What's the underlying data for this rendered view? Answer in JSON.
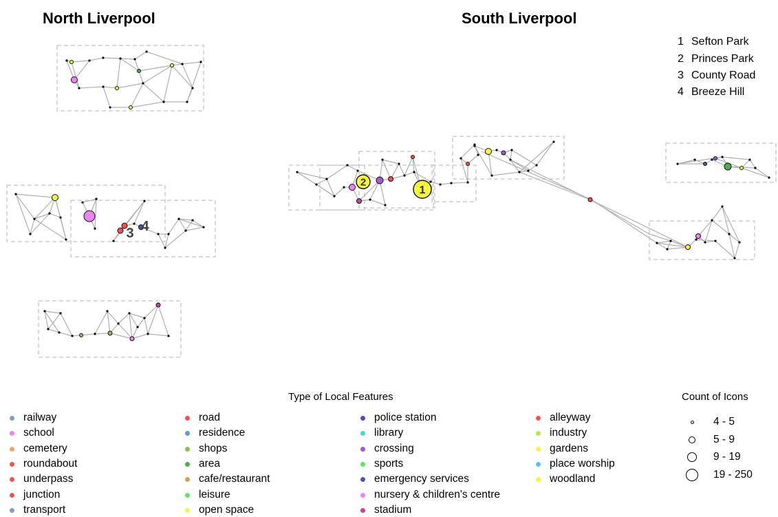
{
  "titles": {
    "north": "North Liverpool",
    "south": "South Liverpool"
  },
  "places": [
    {
      "num": "1",
      "name": "Sefton Park"
    },
    {
      "num": "2",
      "name": "Princes Park"
    },
    {
      "num": "3",
      "name": "County Road"
    },
    {
      "num": "4",
      "name": "Breeze Hill"
    }
  ],
  "legend": {
    "title": "Type of Local Features",
    "items": [
      {
        "label": "railway",
        "color": "#7f9fc4"
      },
      {
        "label": "school",
        "color": "#ee82ee"
      },
      {
        "label": "cemetery",
        "color": "#f4a460"
      },
      {
        "label": "roundabout",
        "color": "#ef5350"
      },
      {
        "label": "underpass",
        "color": "#ef5350"
      },
      {
        "label": "junction",
        "color": "#ef5350"
      },
      {
        "label": "transport",
        "color": "#7f9fc4"
      },
      {
        "label": "road",
        "color": "#ef5350"
      },
      {
        "label": "residence",
        "color": "#5b9bd5"
      },
      {
        "label": "shops",
        "color": "#8bc34a"
      },
      {
        "label": "area",
        "color": "#4caf50"
      },
      {
        "label": "cafe/restaurant",
        "color": "#d4a24c"
      },
      {
        "label": "leisure",
        "color": "#66e066"
      },
      {
        "label": "open space",
        "color": "#f5f542"
      },
      {
        "label": "police station",
        "color": "#4a55a2"
      },
      {
        "label": "library",
        "color": "#5ad1d1"
      },
      {
        "label": "crossing",
        "color": "#a855d8"
      },
      {
        "label": "sports",
        "color": "#66e066"
      },
      {
        "label": "emergency services",
        "color": "#4a55a2"
      },
      {
        "label": "nursery & children's centre",
        "color": "#ee82ee"
      },
      {
        "label": "stadium",
        "color": "#c2479a"
      },
      {
        "label": "alleyway",
        "color": "#ef5350"
      },
      {
        "label": "industry",
        "color": "#b5e655"
      },
      {
        "label": "gardens",
        "color": "#f5f542"
      },
      {
        "label": "place worship",
        "color": "#5bc0eb"
      },
      {
        "label": "woodland",
        "color": "#f5f542"
      }
    ]
  },
  "size_legend": {
    "title": "Count of Icons",
    "items": [
      {
        "label": "4 - 5"
      },
      {
        "label": "5 - 9"
      },
      {
        "label": "9 - 19"
      },
      {
        "label": "19 - 250"
      }
    ]
  },
  "network_labels": [
    "1",
    "2",
    "3",
    "4"
  ]
}
